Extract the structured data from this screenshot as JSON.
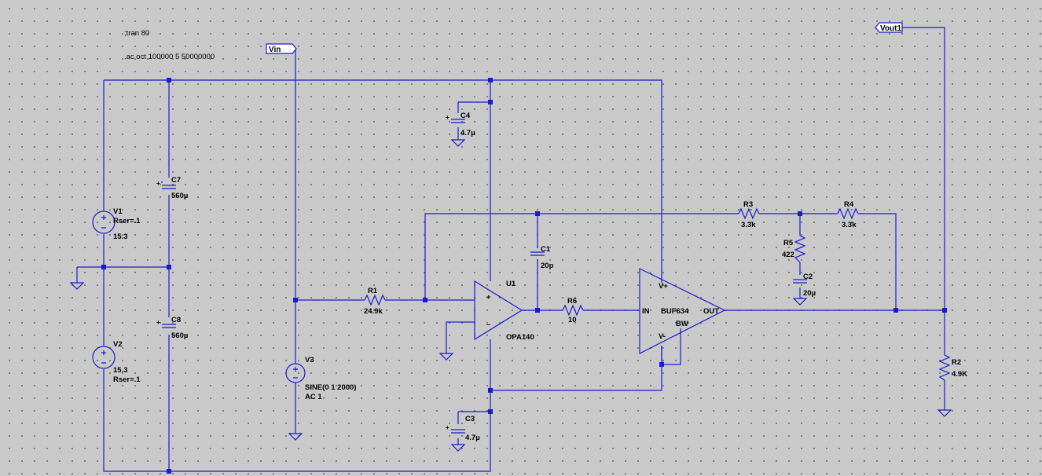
{
  "directives": [
    ";tran 80",
    ".ac oct 100000 5 50000000"
  ],
  "net_labels": {
    "vin": "Vin",
    "vout": "Vout1"
  },
  "components": {
    "V1": {
      "name": "V1",
      "value": "15.3",
      "extra": "Rser=.1"
    },
    "V2": {
      "name": "V2",
      "value": "15.3",
      "extra": "Rser=.1"
    },
    "V3": {
      "name": "V3",
      "value": "SINE(0 1 2000)",
      "extra": "AC 1"
    },
    "C1": {
      "name": "C1",
      "value": "20p"
    },
    "C2": {
      "name": "C2",
      "value": "20µ"
    },
    "C3": {
      "name": "C3",
      "value": "4.7µ"
    },
    "C4": {
      "name": "C4",
      "value": "4.7µ"
    },
    "C7": {
      "name": "C7",
      "value": "560µ"
    },
    "C8": {
      "name": "C8",
      "value": "560µ"
    },
    "R1": {
      "name": "R1",
      "value": "24.9k"
    },
    "R2": {
      "name": "R2",
      "value": "4.9K"
    },
    "R3": {
      "name": "R3",
      "value": "3.3k"
    },
    "R4": {
      "name": "R4",
      "value": "3.3k"
    },
    "R5": {
      "name": "R5",
      "value": "422"
    },
    "R6": {
      "name": "R6",
      "value": "10"
    },
    "U1": {
      "name": "U1",
      "model": "OPA140",
      "plus": "+",
      "minus": "–"
    },
    "BUF": {
      "model": "BUF634",
      "pin_vplus": "V+",
      "pin_vminus": "V-",
      "pin_in": "IN",
      "pin_out": "OUT",
      "pin_bw": "BW"
    }
  }
}
